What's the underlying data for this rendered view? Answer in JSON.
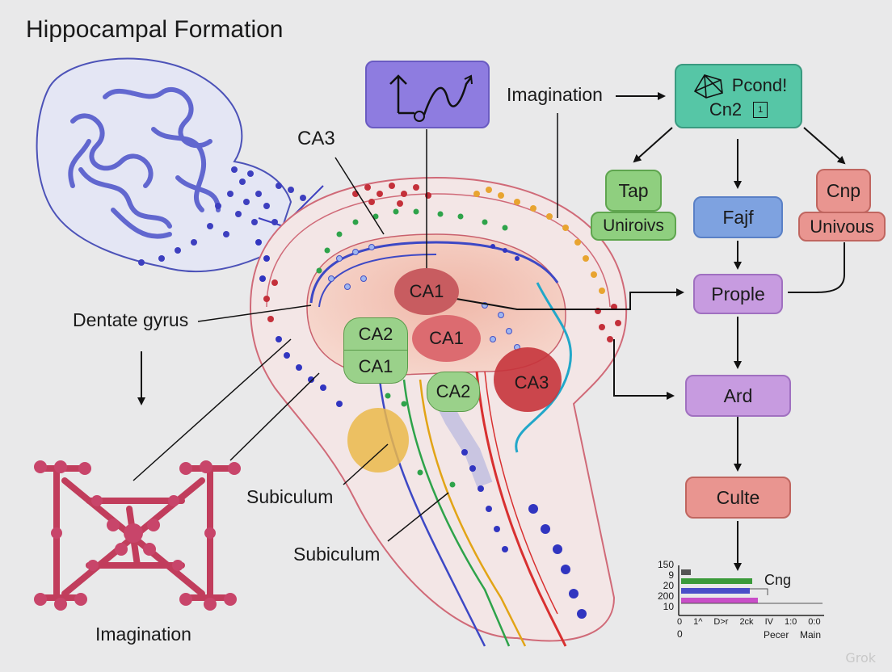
{
  "title": "Hippocampal Formation",
  "labels": {
    "ca3_top": "CA3",
    "imagination_top": "Imagination",
    "dentate_gyrus": "Dentate gyrus",
    "subiculum_1": "Subiculum",
    "subiculum_2": "Subiculum",
    "imagination_bottom": "Imagination"
  },
  "regions": {
    "ca1_upper": "CA1",
    "ca1_middle": "CA1",
    "ca2_left": "CA2",
    "ca1_left": "CA1",
    "ca2_lower": "CA2",
    "ca3_right": "CA3"
  },
  "flowchart": {
    "top_node": {
      "line1": "Pcond!",
      "line2": "Cn2",
      "badge": "1"
    },
    "tap": "Tap",
    "uniroivs": "Uniroivs",
    "fajf": "Fajf",
    "cnp": "Cnp",
    "univous": "Univous",
    "prople": "Prople",
    "ard": "Ard",
    "culte": "Culte"
  },
  "mini_chart": {
    "y_labels": [
      "150",
      "9",
      "20",
      "200",
      "10"
    ],
    "legend": "Cng",
    "x_labels": [
      "0",
      "0",
      "1^",
      "D>r",
      "2ck",
      "IV",
      "1:0",
      "0:0"
    ],
    "footer": [
      "Pecer",
      "Main"
    ]
  },
  "watermark": "Grok",
  "colors": {
    "purple_node": "#c79be0",
    "green_node": "#8fcf7f",
    "blue_node": "#7ea2e0",
    "salmon_node": "#e99590",
    "teal_node": "#56c6a6",
    "top_box": "#8e7ce0"
  }
}
